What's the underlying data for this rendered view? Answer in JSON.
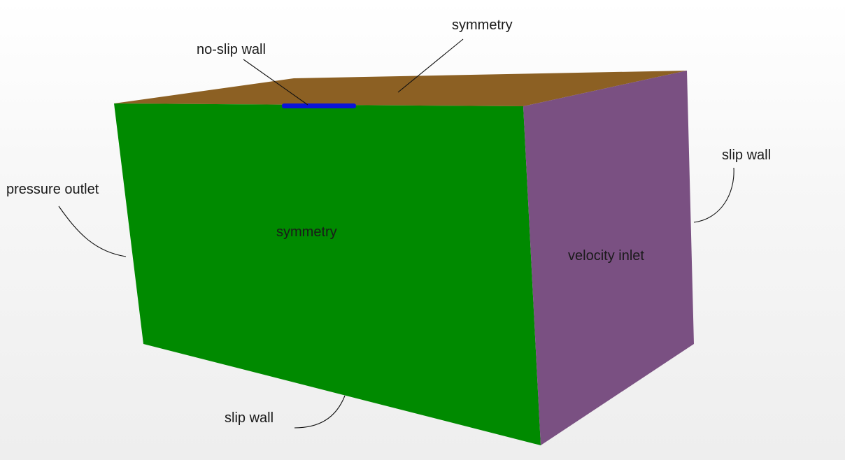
{
  "colors": {
    "top_face": "#8c6023",
    "front_face": "#008a00",
    "side_face": "#7a5082",
    "no_slip_wall": "#0a14d8",
    "label_text": "#1a1a1a",
    "leader_line": "#111111"
  },
  "labels": {
    "top_symmetry": "symmetry",
    "no_slip_wall": "no-slip wall",
    "pressure_outlet": "pressure outlet",
    "front_symmetry": "symmetry",
    "right_slip_wall": "slip wall",
    "velocity_inlet": "velocity inlet",
    "bottom_slip_wall": "slip wall"
  }
}
